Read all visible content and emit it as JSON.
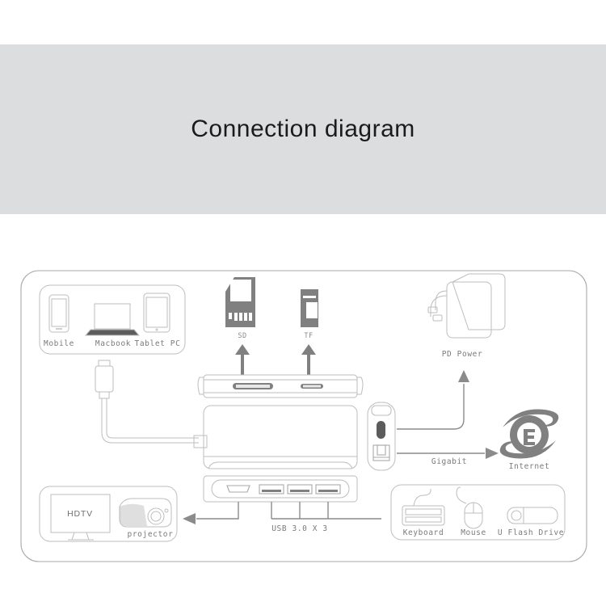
{
  "header": {
    "title": "Connection diagram",
    "band_color": "#dcdddf",
    "title_color": "#1b1b1b"
  },
  "diagram": {
    "outline_color": "#a9a9a9",
    "accent_color": "#808080",
    "host_group": {
      "items": [
        {
          "label": "Mobile",
          "icon": "smartphone-icon"
        },
        {
          "label": "Macbook",
          "icon": "laptop-icon"
        },
        {
          "label": "Tablet PC",
          "icon": "tablet-icon"
        }
      ]
    },
    "card_slots": [
      {
        "label": "SD",
        "icon": "sd-card-icon"
      },
      {
        "label": "TF",
        "icon": "tf-card-icon"
      }
    ],
    "power": {
      "label": "PD  Power",
      "icon": "power-adapter-icon"
    },
    "network": {
      "link_label": "Gigabit",
      "target_label": "Internet",
      "icon": "internet-explorer-icon"
    },
    "display_group": {
      "tv_label": "HDTV",
      "projector_label": "projector"
    },
    "usb_ports": {
      "label": "USB 3.0 X 3"
    },
    "peripherals": [
      {
        "label": "Keyboard",
        "icon": "keyboard-icon"
      },
      {
        "label": "Mouse",
        "icon": "mouse-icon"
      },
      {
        "label": "U Flash Drive",
        "icon": "usb-flash-drive-icon"
      }
    ],
    "dock": {
      "cable_connector": "usb-c-connector-icon",
      "side_ports": [
        {
          "icon": "usb-c-port-icon"
        },
        {
          "icon": "rj45-port-icon"
        }
      ],
      "bottom_ports": [
        {
          "icon": "hdmi-port-icon"
        },
        {
          "icon": "usb-a-port-icon"
        },
        {
          "icon": "usb-a-port-icon"
        },
        {
          "icon": "usb-a-port-icon"
        }
      ],
      "top_ports": [
        {
          "icon": "sd-slot-icon"
        },
        {
          "icon": "tf-slot-icon"
        }
      ]
    }
  }
}
